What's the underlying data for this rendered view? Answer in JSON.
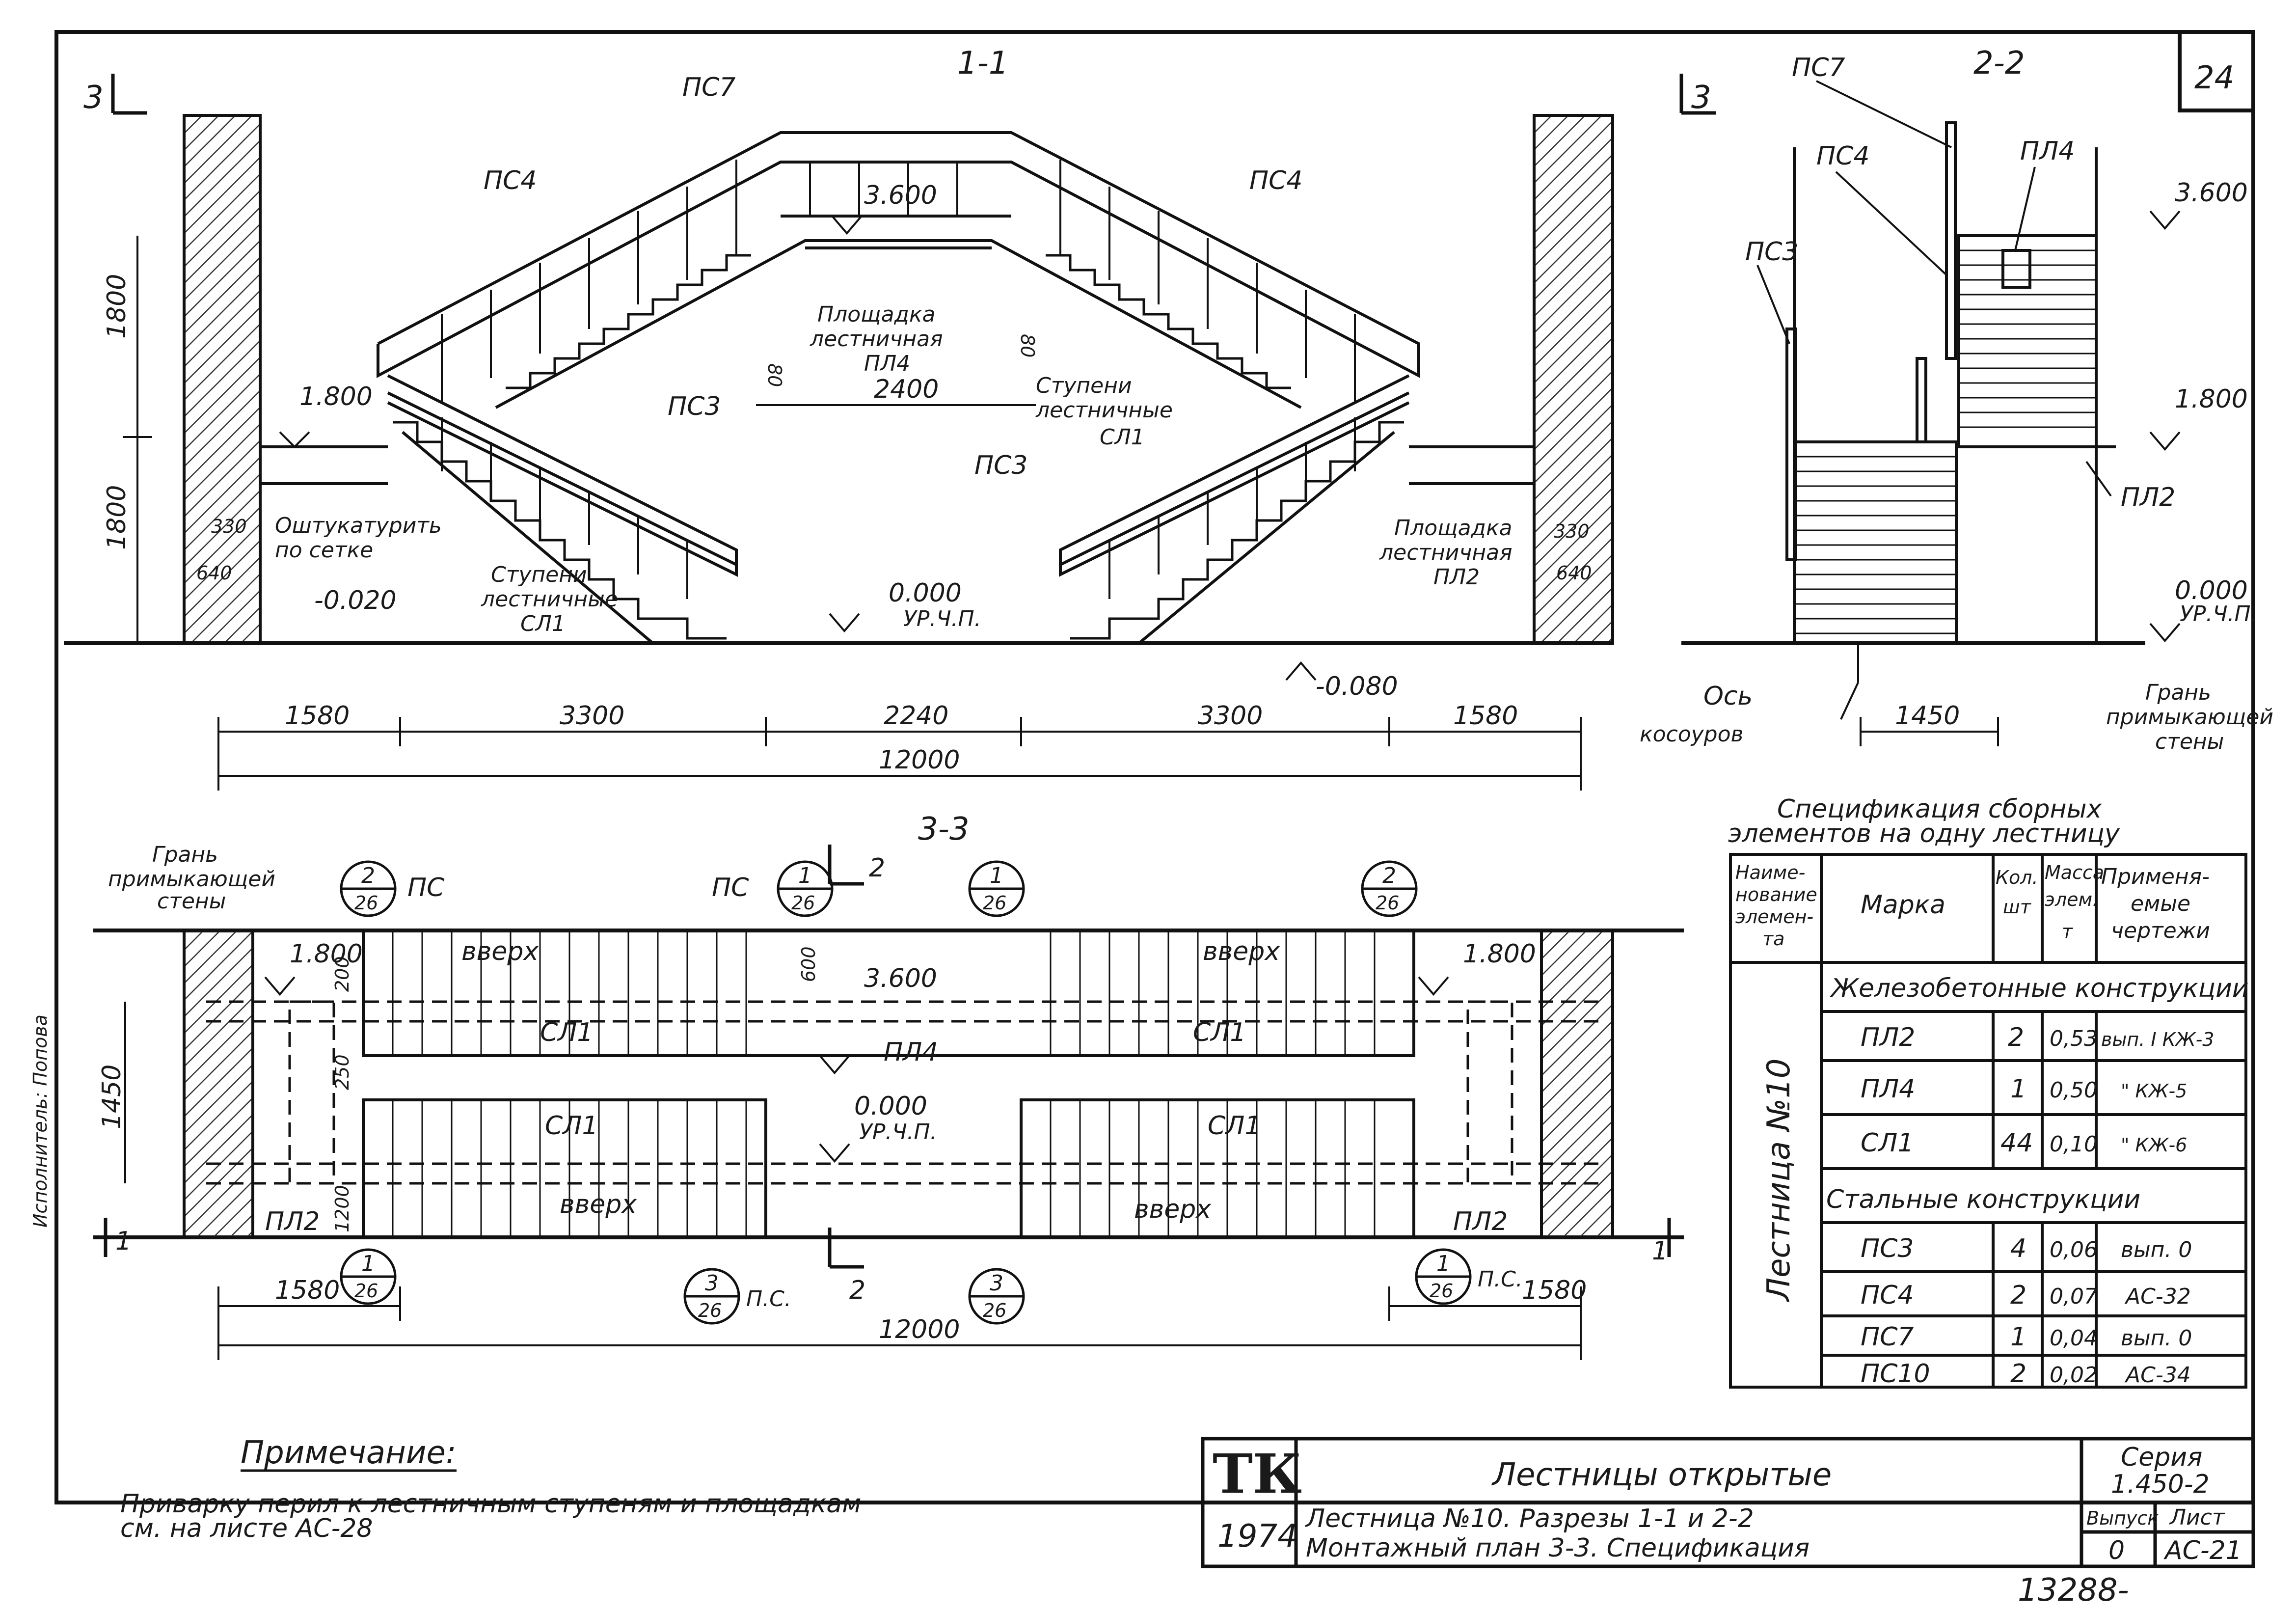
{
  "sheet": {
    "sheet_number": "24",
    "footer_code": "13288-"
  },
  "section_1": {
    "title": "1-1",
    "marker_left": "3",
    "marker_right": "3",
    "labels": {
      "ps7": "ПС7",
      "ps4_left": "ПС4",
      "ps4_right": "ПС4",
      "ps3_left": "ПС3",
      "ps3_right": "ПС3",
      "landing_top_l1": "Площадка",
      "landing_top_l2": "лестничная",
      "landing_top_l3": "ПЛ4",
      "steps_top_l1": "Ступени",
      "steps_top_l2": "лестничные",
      "steps_top_l3": "СЛ1",
      "plaster_l1": "Оштукатурить",
      "plaster_l2": "по сетке",
      "steps_bottom_l1": "Ступени",
      "steps_bottom_l2": "лестничные",
      "steps_bottom_l3": "СЛ1",
      "landing_bottom_l1": "Площадка",
      "landing_bottom_l2": "лестничная",
      "landing_bottom_l3": "ПЛ2"
    },
    "levels": {
      "top": "3.600",
      "mid_left": "1.800",
      "floor": "0.000",
      "floor_note": "УР.Ч.П.",
      "minus_020": "-0.020",
      "minus_080": "-0.080"
    },
    "dims": {
      "h_upper": "1800",
      "h_lower": "1800",
      "v_330": "330",
      "v_640": "640",
      "v_330_r": "330",
      "v_640_r": "640",
      "v_80_l": "80",
      "v_80_r": "80",
      "span_top": "2400",
      "d1": "1580",
      "d2": "3300",
      "d3": "2240",
      "d4": "3300",
      "d5": "1580",
      "total": "12000"
    }
  },
  "section_2": {
    "title": "2-2",
    "marker": "3",
    "labels": {
      "ps7": "ПС7",
      "ps4": "ПС4",
      "pl4": "ПЛ4",
      "ps3": "ПС3",
      "pl2": "ПЛ2",
      "axis_l1": "Ось",
      "axis_l2": "косоуров",
      "wall_l1": "Грань",
      "wall_l2": "примыкающей",
      "wall_l3": "стены"
    },
    "levels": {
      "top": "3.600",
      "mid": "1.800",
      "floor": "0.000",
      "floor_note": "УР.Ч.П."
    },
    "dims": {
      "width": "1450"
    }
  },
  "section_3": {
    "title": "3-3",
    "labels": {
      "wall_l1": "Грань",
      "wall_l2": "примыкающей",
      "wall_l3": "стены",
      "up_1": "вверх",
      "up_2": "вверх",
      "up_3": "вверх",
      "up_4": "вверх",
      "sl1_a": "СЛ1",
      "sl1_b": "СЛ1",
      "sl1_c": "СЛ1",
      "sl1_d": "СЛ1",
      "pl4": "ПЛ4",
      "pl2_l": "ПЛ2",
      "pl2_r": "ПЛ2",
      "ps_a": "ПС",
      "ps_b": "ПС",
      "ps_c": "П.С.",
      "ps_d": "П.С."
    },
    "levels": {
      "left": "1.800",
      "right": "1.800",
      "top": "3.600",
      "floor": "0.000",
      "floor_note": "УР.Ч.П."
    },
    "callouts": [
      {
        "num": "2",
        "sheet": "26"
      },
      {
        "num": "1",
        "sheet": "26"
      },
      {
        "num": "1",
        "sheet": "26"
      },
      {
        "num": "2",
        "sheet": "26"
      },
      {
        "num": "1",
        "sheet": "26"
      },
      {
        "num": "3",
        "sheet": "26"
      },
      {
        "num": "3",
        "sheet": "26"
      },
      {
        "num": "1",
        "sheet": "26"
      }
    ],
    "cut_marks": {
      "top": "2",
      "bottom": "2",
      "left": "1",
      "right": "1"
    },
    "dims": {
      "width": "1450",
      "v_600": "600",
      "v_200": "200",
      "v_250": "250",
      "v_1200": "1200",
      "d_left": "1580",
      "d_right": "1580",
      "total": "12000"
    }
  },
  "spec_table": {
    "title_l1": "Спецификация сборных",
    "title_l2": "элементов на одну лестницу",
    "headers": {
      "name": [
        "Наиме-",
        "нование",
        "элемен-",
        "та"
      ],
      "mark": [
        "Марка"
      ],
      "qty": [
        "Кол.",
        "шт"
      ],
      "mass": [
        "Масса",
        "элем.",
        "т"
      ],
      "drawings": [
        "Применя-",
        "емые",
        "чертежи"
      ]
    },
    "row_label": "Лестница №10",
    "group_rc": "Железобетонные конструкции",
    "group_steel": "Стальные конструкции",
    "rows_rc": [
      {
        "mark": "ПЛ2",
        "qty": "2",
        "mass": "0,53",
        "drawing": "вып. I КЖ-3"
      },
      {
        "mark": "ПЛ4",
        "qty": "1",
        "mass": "0,50",
        "drawing": "\"  КЖ-5"
      },
      {
        "mark": "СЛ1",
        "qty": "44",
        "mass": "0,10",
        "drawing": "\"  КЖ-6"
      }
    ],
    "rows_steel": [
      {
        "mark": "ПС3",
        "qty": "4",
        "mass": "0,06",
        "drawing": "вып. 0"
      },
      {
        "mark": "ПС4",
        "qty": "2",
        "mass": "0,07",
        "drawing": "АС-32"
      },
      {
        "mark": "ПС7",
        "qty": "1",
        "mass": "0,04",
        "drawing": "вып. 0"
      },
      {
        "mark": "ПС10",
        "qty": "2",
        "mass": "0,02",
        "drawing": "АС-34"
      }
    ]
  },
  "note": {
    "title": "Примечание:",
    "line1": "Приварку перил к лестничным ступеням и площадкам",
    "line2": "см. на листе АС-28"
  },
  "title_block": {
    "brand": "ТК",
    "year": "1974",
    "title": "Лестницы открытые",
    "series_label": "Серия",
    "series": "1.450-2",
    "desc_l1": "Лестница №10.  Разрезы 1-1 и 2-2",
    "desc_l2": "Монтажный план 3-3. Спецификация",
    "issue_label": "Выпуск",
    "issue": "0",
    "sheet_label": "Лист",
    "sheet": "АС-21"
  },
  "margin_stamp": "Исполнитель: Попова"
}
